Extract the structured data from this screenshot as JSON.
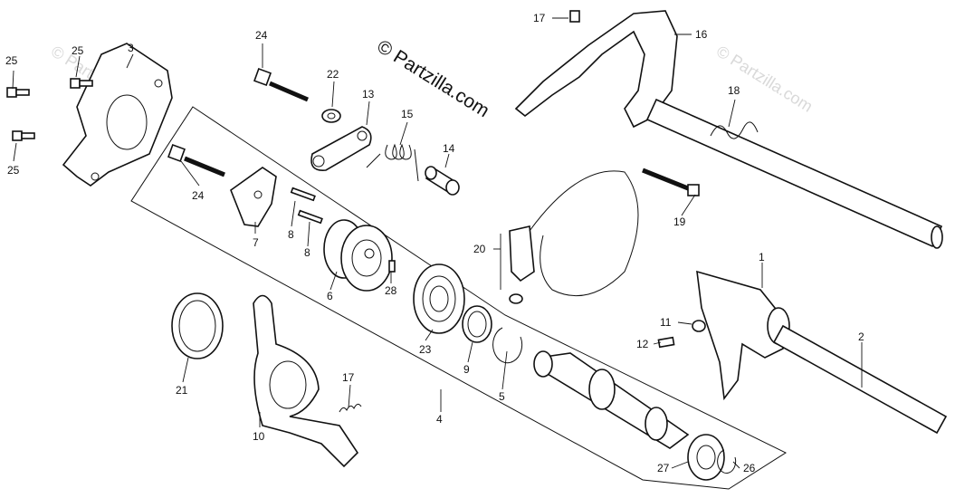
{
  "watermark": {
    "main": "© Partzilla.com",
    "faint": "© Partzilla.com"
  },
  "callouts": {
    "c1": "1",
    "c2": "2",
    "c3": "3",
    "c4": "4",
    "c5": "5",
    "c6": "6",
    "c7": "7",
    "c8a": "8",
    "c8b": "8",
    "c9": "9",
    "c10": "10",
    "c11": "11",
    "c12": "12",
    "c13": "13",
    "c14": "14",
    "c15": "15",
    "c16": "16",
    "c17a": "17",
    "c17b": "17",
    "c18": "18",
    "c19": "19",
    "c20": "20",
    "c21": "21",
    "c22": "22",
    "c23": "23",
    "c24a": "24",
    "c24b": "24",
    "c25a": "25",
    "c25b": "25",
    "c25c": "25",
    "c26": "26",
    "c27": "27",
    "c28": "28"
  }
}
